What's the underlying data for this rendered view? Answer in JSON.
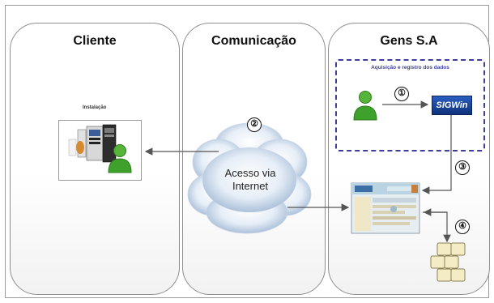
{
  "panels": {
    "cliente": {
      "title": "Cliente"
    },
    "comunicacao": {
      "title": "Comunicação"
    },
    "gens": {
      "title": "Gens S.A"
    }
  },
  "acquisition_box": {
    "title": "Aquisição e registro dos dados"
  },
  "cliente": {
    "install_label": "Instalação"
  },
  "cloud": {
    "line1": "Acesso via",
    "line2": "Internet"
  },
  "app": {
    "logo_text": "SIGWin"
  },
  "steps": [
    "①",
    "②",
    "③",
    "④"
  ],
  "colors": {
    "dashed_border": "#3e3e9c",
    "user_green": "#3ea12c",
    "cloud": "#a9c0d9",
    "sigwin_blue": "#1a44a0"
  },
  "icons": [
    "user-icon",
    "computer-icon",
    "cloud-icon",
    "screenshot-thumbnail",
    "database-icon",
    "arrow-icon"
  ]
}
